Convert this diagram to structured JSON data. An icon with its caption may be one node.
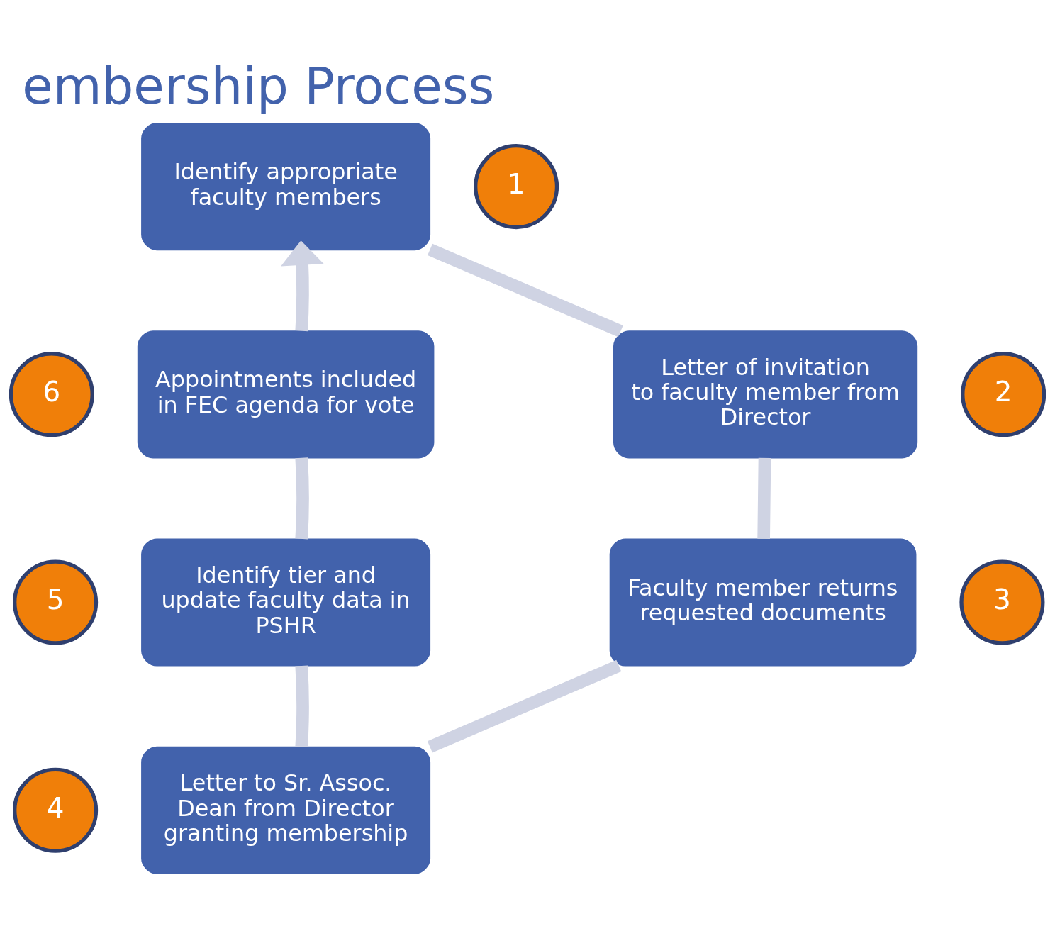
{
  "diagram": {
    "title": "embership Process",
    "nodes": [
      {
        "text": [
          "Identify appropriate faculty members"
        ]
      },
      {
        "text": [
          "1"
        ]
      },
      {
        "text": [
          "Letter of invitation to faculty member from Director"
        ]
      },
      {
        "text": [
          "2"
        ]
      },
      {
        "text": [
          "Faculty member returns requested documents"
        ]
      },
      {
        "text": [
          "3"
        ]
      },
      {
        "text": [
          "Letter to Sr. Assoc. Dean from Director granting membership"
        ]
      },
      {
        "text": [
          "4"
        ]
      },
      {
        "text": [
          "Identify tier and update faculty data in PSHR"
        ]
      },
      {
        "text": [
          "5"
        ]
      },
      {
        "text": [
          "Appointments included in FEC agenda for vote"
        ]
      },
      {
        "text": [
          "6"
        ]
      }
    ],
    "edges": [
      {
        "from": 0,
        "to": 2,
        "arrow": "none"
      },
      {
        "from": 2,
        "to": 4,
        "arrow": "none"
      },
      {
        "from": 4,
        "to": 6,
        "arrow": "none"
      },
      {
        "from": 6,
        "to": 8,
        "arrow": "none"
      },
      {
        "from": 8,
        "to": 10,
        "arrow": "none"
      },
      {
        "from": 10,
        "to": 0,
        "arrow": "to"
      }
    ]
  }
}
